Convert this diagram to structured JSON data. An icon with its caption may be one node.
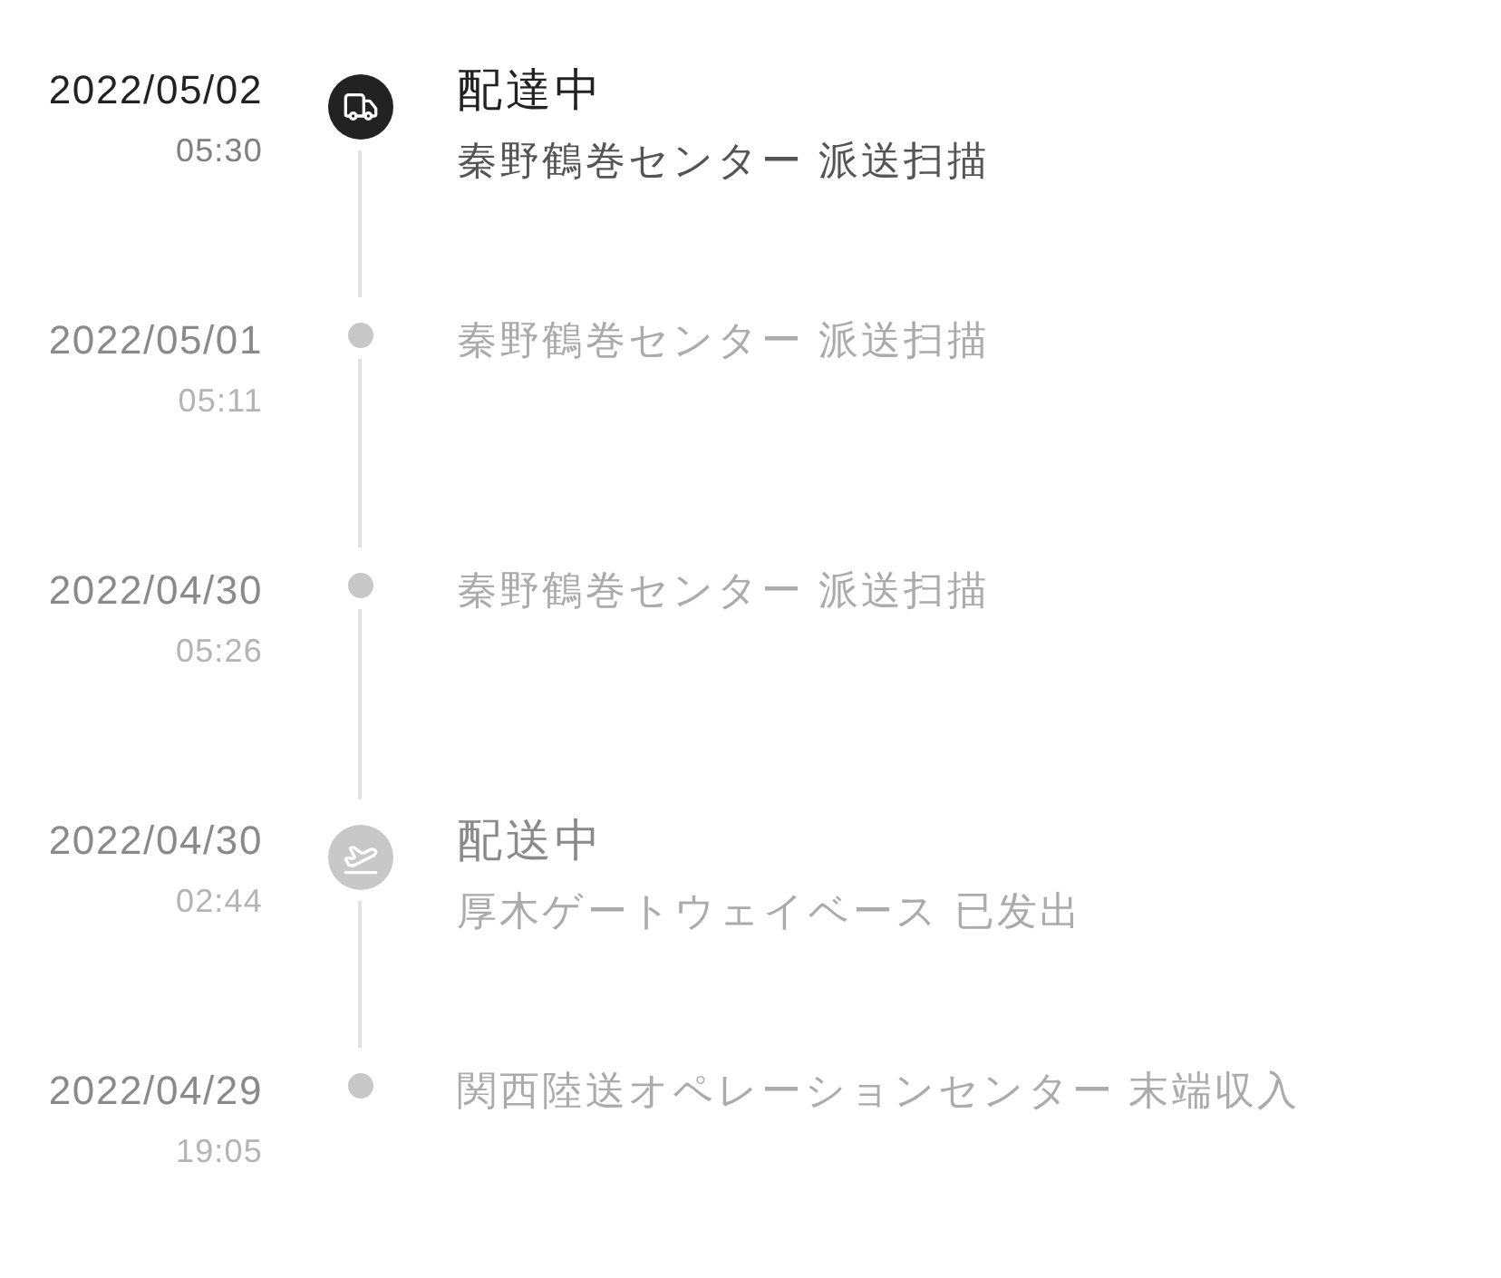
{
  "diagram": {
    "nodes": [
      {
        "text": [],
        "shape": "circle",
        "beside": [
          "2022/05/02",
          "05:30",
          "配達中",
          "秦野鶴巻センター 派送扫描"
        ]
      },
      {
        "text": [],
        "shape": "circle",
        "beside": [
          "2022/05/01",
          "05:11",
          "秦野鶴巻センター 派送扫描"
        ]
      },
      {
        "text": [],
        "shape": "circle",
        "beside": [
          "2022/04/30",
          "05:26",
          "秦野鶴巻センター 派送扫描"
        ]
      },
      {
        "text": [],
        "shape": "circle",
        "beside": [
          "2022/04/30",
          "02:44",
          "配送中",
          "厚木ゲートウェイベース 已发出"
        ]
      },
      {
        "text": [],
        "shape": "circle",
        "beside": [
          "2022/04/29",
          "19:05",
          "関西陸送オペレーションセンター 末端収入"
        ]
      }
    ],
    "edges": [
      {
        "from": 0,
        "to": 1,
        "arrow": "none"
      },
      {
        "from": 1,
        "to": 2,
        "arrow": "none"
      },
      {
        "from": 2,
        "to": 3,
        "arrow": "none"
      },
      {
        "from": 3,
        "to": 4,
        "arrow": "none"
      }
    ]
  }
}
